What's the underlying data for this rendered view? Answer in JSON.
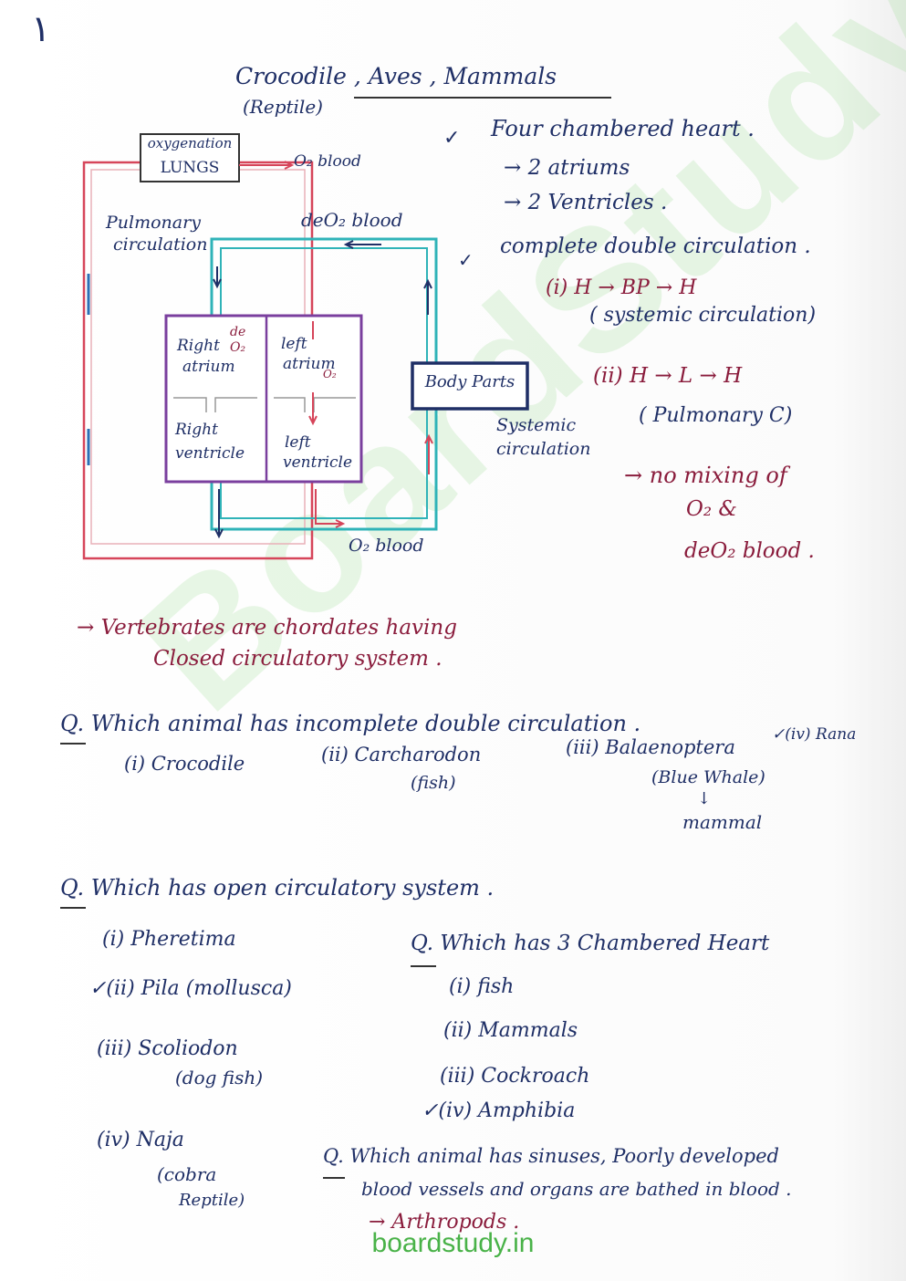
{
  "page_marker": "١",
  "header": {
    "animals": "Crocodile , Aves , Mammals",
    "reptile_note": "(Reptile)"
  },
  "diagram": {
    "lungs_top": "oxygenation",
    "lungs_bottom": "LUNGS",
    "o2_blood_top": "O₂ blood",
    "pulmonary_label_1": "Pulmonary",
    "pulmonary_label_2": "circulation",
    "deo2_blood": "deO₂ blood",
    "right_atrium_1": "Right",
    "right_atrium_2": "atrium",
    "de_o2": "de O₂",
    "left_atrium_1": "left",
    "left_atrium_2": "atrium",
    "o2_small": "O₂",
    "right_ventricle_1": "Right",
    "right_ventricle_2": "ventricle",
    "left_ventricle_1": "left",
    "left_ventricle_2": "ventricle",
    "body_parts": "Body Parts",
    "systemic_1": "Systemic",
    "systemic_2": "circulation",
    "o2_blood_bottom": "O₂ blood"
  },
  "notes": {
    "four_chambered": "Four chambered heart .",
    "atriums": "→ 2 atriums",
    "ventricles": "→ 2 Ventricles .",
    "complete_double": "complete double circulation .",
    "systemic_flow": "(i) H → BP → H",
    "systemic_circ": "( systemic circulation)",
    "pulmonary_flow": "(ii) H → L → H",
    "pulmonary_c": "( Pulmonary C)",
    "no_mixing": "→ no mixing of",
    "o2_and": "O₂ &",
    "deo2_blood": "deO₂ blood ."
  },
  "vertebrates": {
    "line1": "→ Vertebrates are chordates having",
    "line2": "Closed circulatory system ."
  },
  "q1": {
    "question": "Q. Which animal has incomplete double circulation .",
    "opt1": "(i) Crocodile",
    "opt2": "(ii) Carcharodon",
    "opt2_note": "(fish)",
    "opt3": "(iii) Balaenoptera",
    "opt3_note": "(Blue Whale)",
    "opt3_arrow": "↓",
    "opt3_sub": "mammal",
    "opt4": "✓(iv) Rana"
  },
  "q2": {
    "question": "Q. Which has open circulatory system .",
    "opt1": "(i) Pheretima",
    "opt2": "✓(ii) Pila (mollusca)",
    "opt3": "(iii) Scoliodon",
    "opt3_note": "(dog fish)",
    "opt4": "(iv) Naja",
    "opt4_note1": "(cobra",
    "opt4_note2": "Reptile)"
  },
  "q3": {
    "question": "Q. Which has 3 Chambered Heart",
    "opt1": "(i) fish",
    "opt2": "(ii) Mammals",
    "opt3": "(iii) Cockroach",
    "opt4": "✓(iv) Amphibia"
  },
  "q4": {
    "question_line1": "Q. Which animal has sinuses, Poorly developed",
    "question_line2": "blood vessels and organs are bathed in blood .",
    "answer": "→ Arthropods ."
  },
  "watermark": "BoardStudy",
  "footer": "boardstudy.in",
  "colors": {
    "ink_navy": "#1f2f66",
    "ink_maroon": "#8a1c3c",
    "cyan": "#2fb3b8",
    "red": "#d6455a",
    "purple": "#7a3f9e",
    "watermark_green": "#49b248"
  }
}
